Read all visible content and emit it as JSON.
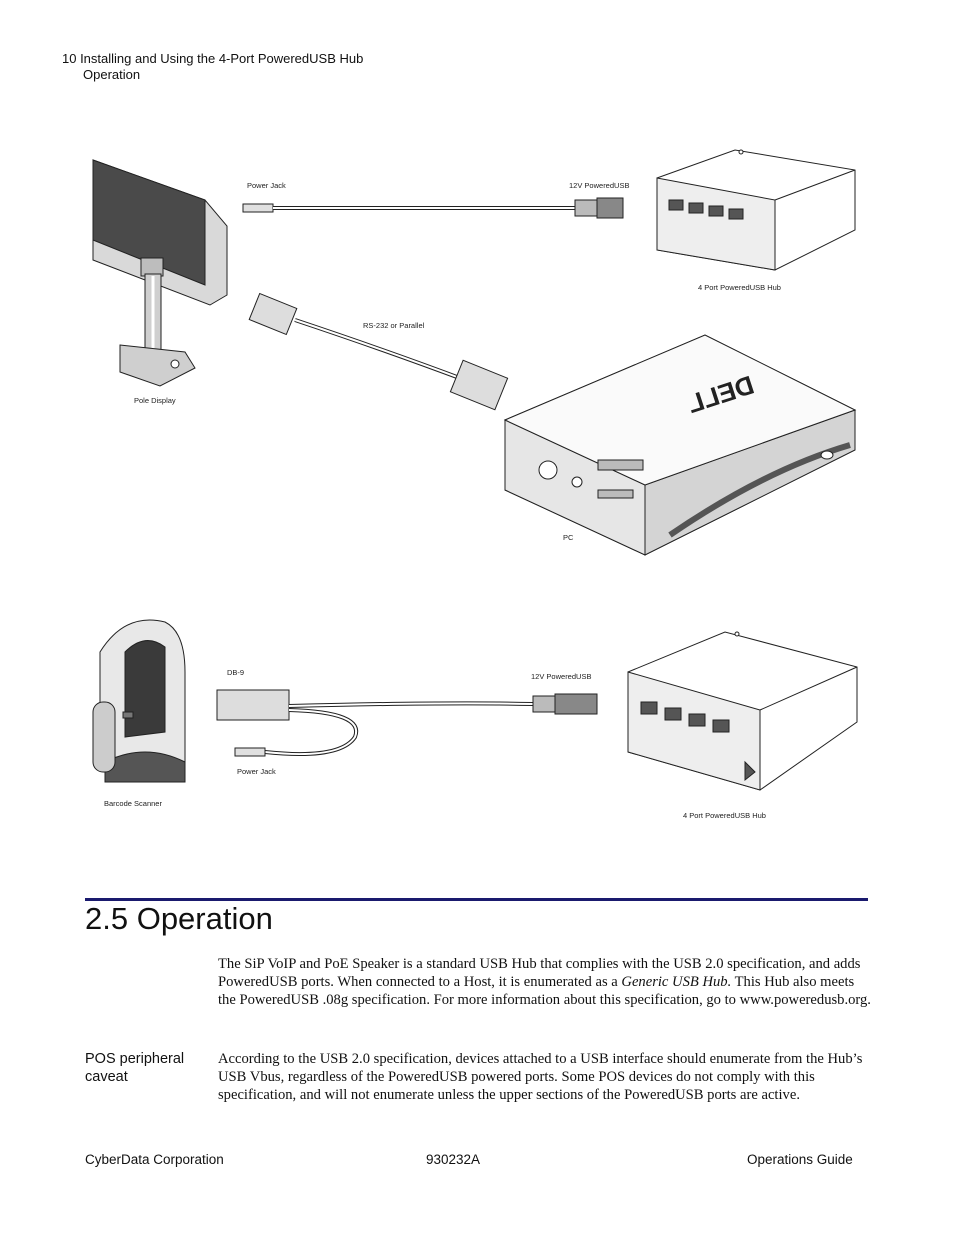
{
  "header": {
    "page_line": "10   Installing and Using the 4-Port PoweredUSB Hub",
    "section": "Operation"
  },
  "figure1": {
    "power_jack": "Power Jack",
    "powered_usb": "12V PoweredUSB",
    "hub": "4 Port PoweredUSB Hub",
    "rs232": "RS-232 or Parallel",
    "pole_display": "Pole Display",
    "pc": "PC",
    "logo": "DELL"
  },
  "figure2": {
    "db9": "DB-9",
    "powered_usb": "12V PoweredUSB",
    "power_jack": "Power Jack",
    "scanner": "Barcode Scanner",
    "hub": "4 Port PoweredUSB Hub"
  },
  "section": {
    "title": "2.5 Operation",
    "para1_part1": "The SiP VoIP and PoE Speaker is a standard USB Hub that complies with the USB 2.0 specification, and adds PoweredUSB ports. When connected to a Host, it is enumerated as a ",
    "para1_em": "Generic USB Hub.",
    "para1_part2": " This Hub also meets the PoweredUSB .08g specification. For more information about this specification, go to www.poweredusb.org.",
    "side_heading": "POS peripheral caveat",
    "para2": "According to the USB 2.0 specification, devices attached to a USB interface should enumerate from the Hub’s USB Vbus, regardless of the PoweredUSB powered ports. Some POS devices do not comply with this specification, and will not enumerate unless the upper sections of the PoweredUSB ports are active."
  },
  "footer": {
    "company": "CyberData Corporation",
    "doc_number": "930232A",
    "guide": "Operations Guide"
  }
}
